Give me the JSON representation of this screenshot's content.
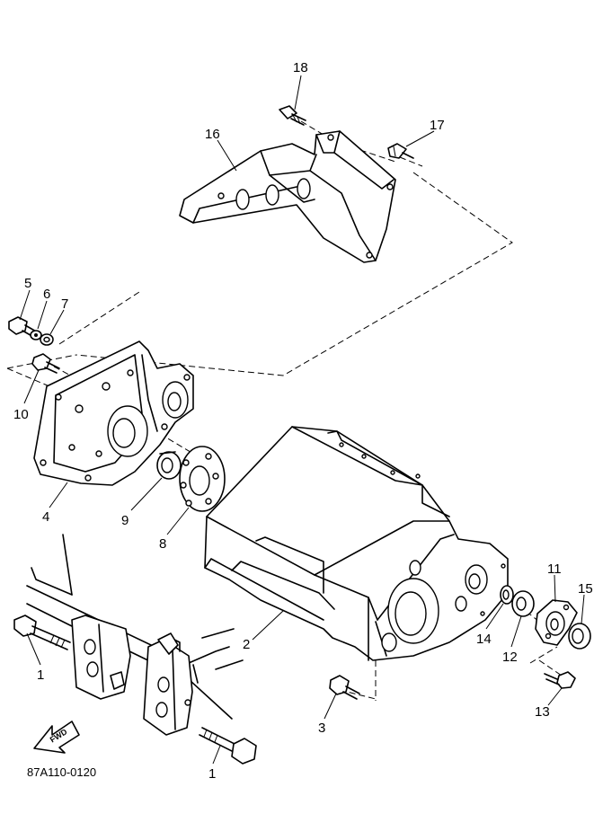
{
  "diagram": {
    "part_code": "87A110-0120",
    "fwd_label": "FWD",
    "callouts": {
      "c1a": "1",
      "c1b": "1",
      "c2": "2",
      "c3": "3",
      "c4": "4",
      "c5": "5",
      "c6": "6",
      "c7": "7",
      "c8": "8",
      "c9": "9",
      "c10": "10",
      "c11": "11",
      "c12": "12",
      "c13": "13",
      "c14": "14",
      "c15": "15",
      "c16": "16",
      "c17": "17",
      "c18": "18"
    }
  }
}
